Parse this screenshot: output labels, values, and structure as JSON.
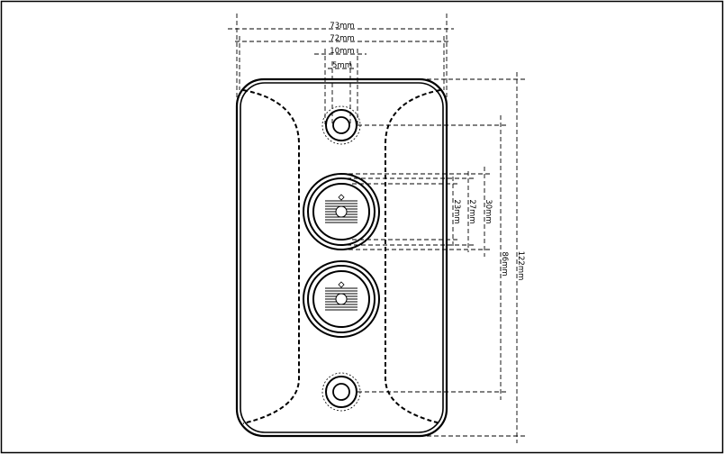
{
  "dimensions": {
    "overall_width": "73mm",
    "plate_width": "72mm",
    "screw_head": "10mm",
    "screw_hole": "5mm",
    "outer_ring": "30mm",
    "middle_ring": "27mm",
    "inner_ring": "23mm",
    "screw_spacing": "86mm",
    "overall_height": "122mm"
  },
  "colors": {
    "line": "#000000",
    "background": "#ffffff"
  }
}
